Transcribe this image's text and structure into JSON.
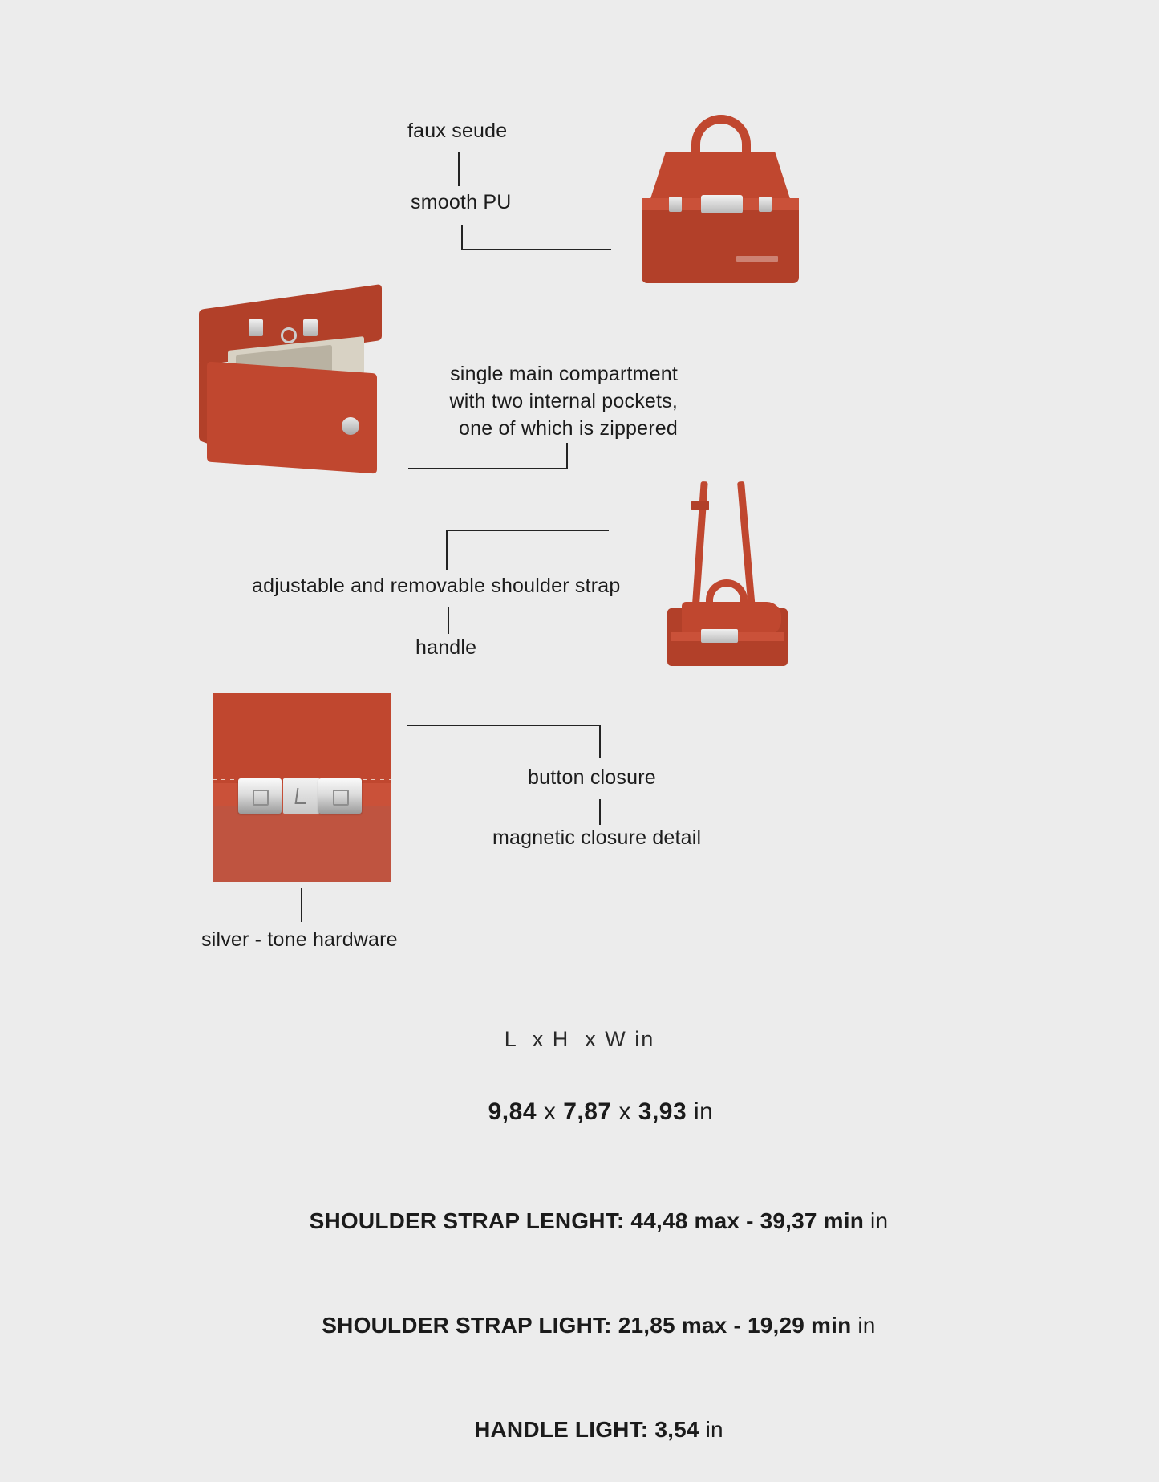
{
  "page": {
    "background_color": "#ececec",
    "text_color": "#1c1c1c",
    "leather_color": "#c0472f",
    "hardware_color": "#d9d9d9"
  },
  "callouts": {
    "faux_suede": "faux seude",
    "smooth_pu": "smooth PU",
    "compartment": "single main compartment\nwith two internal pockets,\none of which is zippered",
    "shoulder_strap": "adjustable and removable shoulder strap",
    "handle": "handle",
    "button_closure": "button closure",
    "magnetic_closure": "magnetic closure detail",
    "silver_hardware": "silver - tone hardware"
  },
  "images": {
    "front_view_alt": "red top-handle handbag front view",
    "open_view_alt": "open handbag showing interior compartment",
    "strap_view_alt": "handbag with adjustable shoulder strap",
    "closure_view_alt": "close-up of silver magnetic button closure"
  },
  "dimensions": {
    "header": "L  x H  x W in",
    "size_value": "9,84",
    "size_x1": "x",
    "size_value2": "7,87",
    "size_x2": "x",
    "size_value3": "3,93",
    "size_unit": "in",
    "strap_length_label": "SHOULDER STRAP LENGHT:",
    "strap_length_max": "44,48 max",
    "strap_length_sep": "-",
    "strap_length_min": "39,37 min",
    "strap_length_unit": "in",
    "strap_light_label": "SHOULDER STRAP LIGHT:",
    "strap_light_max": "21,85 max",
    "strap_light_sep": "-",
    "strap_light_min": "19,29 min",
    "strap_light_unit": "in",
    "handle_light_label": "HANDLE LIGHT:",
    "handle_light_value": "3,54",
    "handle_light_unit": "in"
  }
}
